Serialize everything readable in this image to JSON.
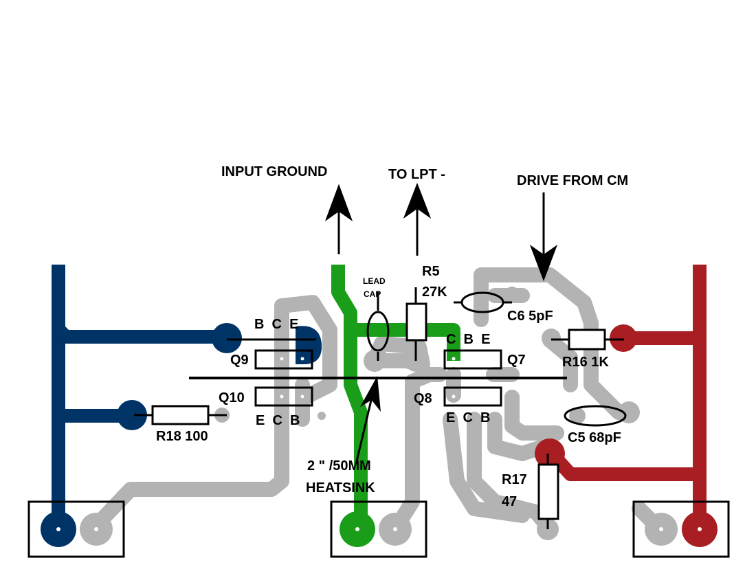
{
  "labels": {
    "input_ground": "INPUT GROUND",
    "to_lpt": "TO LPT -",
    "drive_from_cm": "DRIVE FROM CM",
    "lead": "LEAD",
    "cap": "CAP",
    "r5": "R5",
    "r5_val": "27K",
    "c6": "C6 5pF",
    "r16": "R16 1K",
    "c5": "C5 68pF",
    "r17": "R17",
    "r17_val": "47",
    "r18": "R18 100",
    "q9": "Q9",
    "q10": "Q10",
    "q7": "Q7",
    "q8": "Q8",
    "q9_pins": "B  C  E",
    "q10_pins": "E  C  B",
    "q7_pins": "C  B  E",
    "q8_pins": "E  C  B",
    "heatsink_line1": "2 \" /50MM",
    "heatsink_line2": "HEATSINK"
  },
  "colors": {
    "trace_gray": "#b3b3b3",
    "trace_blue": "#003366",
    "trace_green": "#1a9e1a",
    "trace_red": "#a81e22",
    "ink": "#000000"
  }
}
